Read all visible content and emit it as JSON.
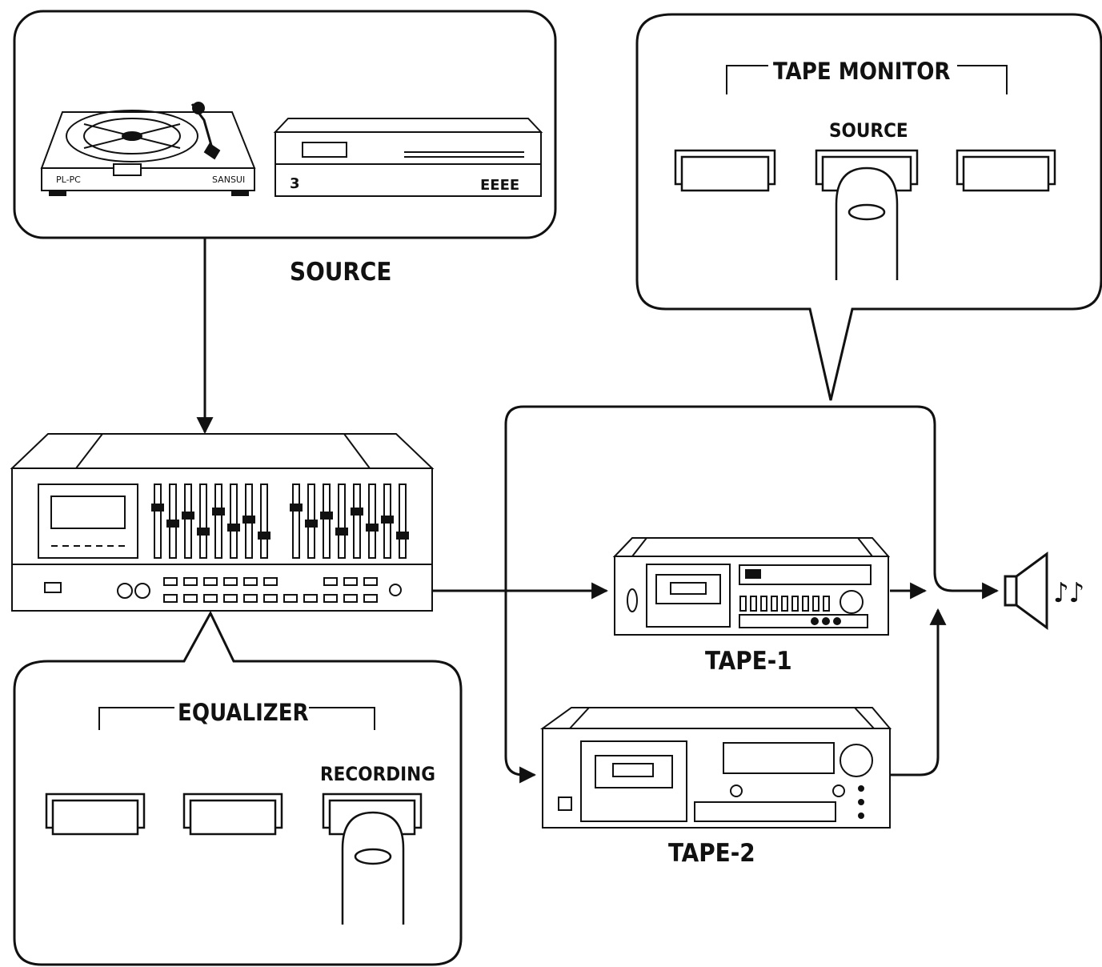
{
  "labels": {
    "source_label": "SOURCE",
    "tape_monitor": "TAPE MONITOR",
    "tape_monitor_source": "SOURCE",
    "equalizer": "EQUALIZER",
    "recording": "RECORDING",
    "tape1": "TAPE-1",
    "tape2": "TAPE-2",
    "music_notes": "♪♪"
  },
  "icons": {
    "turntable": "turntable-icon",
    "cd_player": "cd-player-icon",
    "equalizer_unit": "graphic-equalizer-icon",
    "tape_deck_1": "cassette-deck-icon",
    "tape_deck_2": "cassette-deck-icon",
    "speaker": "speaker-icon",
    "finger": "finger-press-icon"
  },
  "colors": {
    "line": "#111111",
    "background": "#ffffff"
  }
}
